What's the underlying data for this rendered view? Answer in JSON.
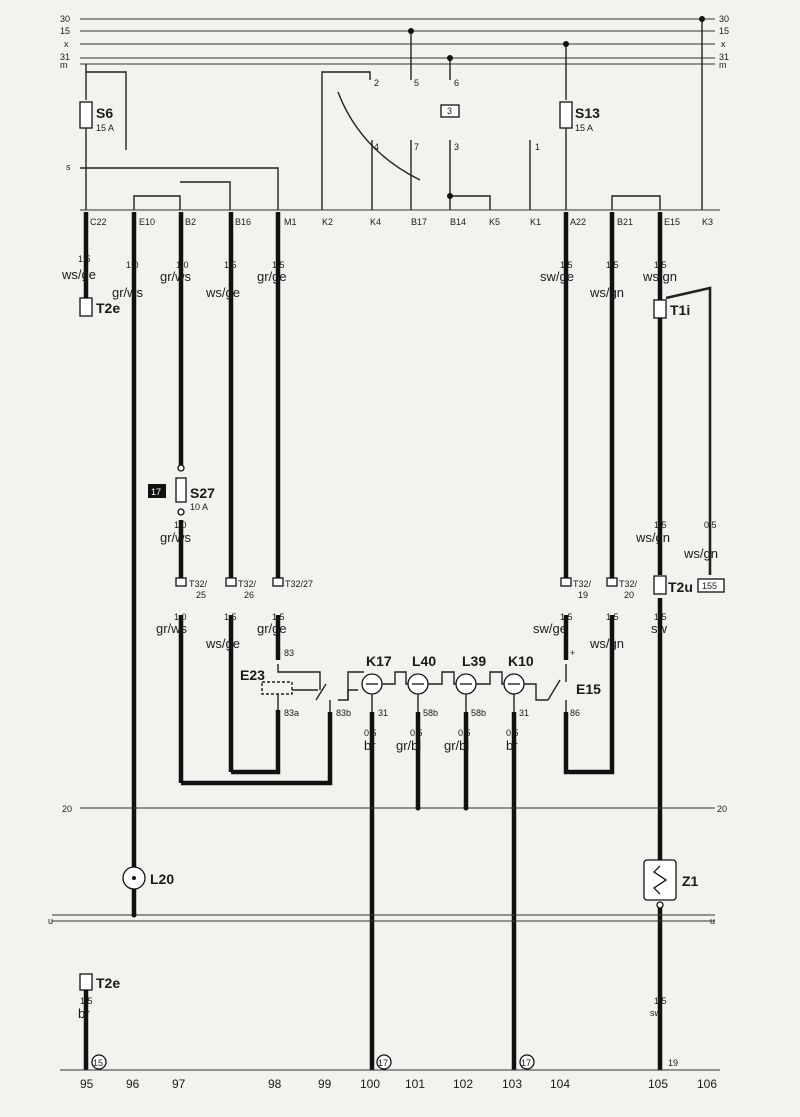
{
  "bus_lines": {
    "left": [
      "30",
      "15",
      "x",
      "31",
      "m"
    ],
    "right": [
      "30",
      "15",
      "x",
      "31",
      "m"
    ],
    "line_20": "20",
    "line_u": "u"
  },
  "components": {
    "s6": "S6",
    "s6_rating": "15 A",
    "s13": "S13",
    "s13_rating": "15 A",
    "s27": "S27",
    "s27_rating": "10 A",
    "s27_ref": "17",
    "relay_ref": "3",
    "t2e_top": "T2e",
    "t2e_bottom": "T2e",
    "t1i": "T1i",
    "t2u": "T2u",
    "t2u_ref": "155",
    "e23": "E23",
    "e15": "E15",
    "k17": "K17",
    "l40": "L40",
    "l39": "L39",
    "k10": "K10",
    "l20": "L20",
    "z1": "Z1"
  },
  "relay_pins": [
    "2",
    "5",
    "6",
    "4",
    "7",
    "3",
    "1"
  ],
  "s_label": "s",
  "connector_pins": [
    "C22",
    "E10",
    "B2",
    "B16",
    "M1",
    "K2",
    "K4",
    "B17",
    "B14",
    "K5",
    "K1",
    "A22",
    "B21",
    "E15",
    "K3"
  ],
  "wires": {
    "c22": {
      "size": "1.5",
      "color": "ws/ge"
    },
    "e10": {
      "size": "1.0",
      "color": "gr/ws"
    },
    "b2": {
      "size": "1.0",
      "color": "gr/ws"
    },
    "b16": {
      "size": "1.5",
      "color": "ws/ge"
    },
    "m1": {
      "size": "1.5",
      "color": "gr/ge"
    },
    "a22": {
      "size": "1.5",
      "color": "sw/ge"
    },
    "b21": {
      "size": "1.5",
      "color": "ws/gn"
    },
    "e15": {
      "size": "1.5",
      "color": "ws/gn"
    },
    "s27_out": {
      "size": "1.0",
      "color": "gr/ws"
    },
    "t1i_a": {
      "size": "1.5",
      "color": "ws/gn"
    },
    "t1i_b": {
      "size": "0.5",
      "color": "ws/gn"
    },
    "t32_25": {
      "size": "1.0",
      "color": "gr/ws"
    },
    "t32_26": {
      "size": "1.5",
      "color": "ws/ge"
    },
    "t32_27": {
      "size": "1.5",
      "color": "gr/ge"
    },
    "t32_19": {
      "size": "1.5",
      "color": "sw/ge"
    },
    "t32_20": {
      "size": "1.5",
      "color": "ws/gn"
    },
    "t2u_out": {
      "size": "1.5",
      "color": "sw"
    },
    "k17": {
      "size": "0.5",
      "color": "br"
    },
    "l40": {
      "size": "0.5",
      "color": "gr/bl"
    },
    "l39": {
      "size": "0.5",
      "color": "gr/bl"
    },
    "k10": {
      "size": "0.5",
      "color": "br"
    },
    "t2e_out": {
      "size": "1.5",
      "color": "br"
    },
    "z1_out": {
      "size": "1.5",
      "color": "sw"
    }
  },
  "t32": {
    "p25": {
      "top": "T32/",
      "bottom": "25"
    },
    "p26": {
      "top": "T32/",
      "bottom": "26"
    },
    "p27": {
      "top": "T32/27",
      "bottom": ""
    },
    "p19": {
      "top": "T32/",
      "bottom": "19"
    },
    "p20": {
      "top": "T32/",
      "bottom": "20"
    }
  },
  "pins": {
    "e23_83": "83",
    "e23_83a": "83a",
    "e23_83b": "83b",
    "k17_31": "31",
    "l40_58b": "58b",
    "l39_58b": "58b",
    "k10_31": "31",
    "e15_plus": "+",
    "e15_86": "86"
  },
  "bottom_refs": {
    "r95": "15",
    "r100": "17",
    "r103": "17",
    "r105": "19"
  },
  "track_numbers": [
    "95",
    "96",
    "97",
    "98",
    "99",
    "100",
    "101",
    "102",
    "103",
    "104",
    "105",
    "106"
  ]
}
